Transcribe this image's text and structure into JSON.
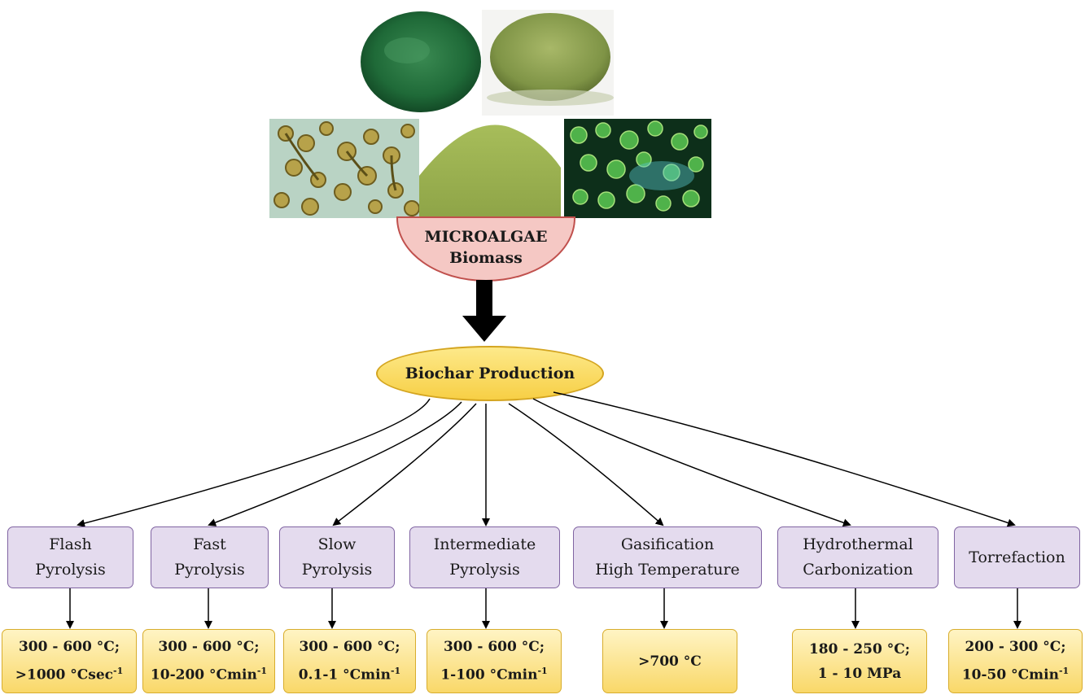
{
  "source": {
    "line1": "MICROALGAE",
    "line2": "Biomass"
  },
  "process": {
    "label": "Biochar Production"
  },
  "methods": [
    {
      "line1": "Flash",
      "line2": "Pyrolysis"
    },
    {
      "line1": "Fast",
      "line2": "Pyrolysis"
    },
    {
      "line1": "Slow",
      "line2": "Pyrolysis"
    },
    {
      "line1": "Intermediate",
      "line2": "Pyrolysis"
    },
    {
      "line1": "Gasification",
      "line2": "High Temperature"
    },
    {
      "line1": "Hydrothermal",
      "line2": "Carbonization"
    },
    {
      "line1": "Torrefaction",
      "line2": ""
    }
  ],
  "conditions": [
    {
      "line1": "300 - 600 °C;",
      "line2": ">1000 °Csec",
      "sup": "-1"
    },
    {
      "line1": "300 - 600 °C;",
      "line2": "10-200 °Cmin",
      "sup": "-1"
    },
    {
      "line1": "300 - 600 °C;",
      "line2": "0.1-1 °Cmin",
      "sup": "-1"
    },
    {
      "line1": "300 - 600 °C;",
      "line2": "1-100 °Cmin",
      "sup": "-1"
    },
    {
      "line1": ">700 °C",
      "line2": "",
      "sup": ""
    },
    {
      "line1": "180 - 250 °C;",
      "line2": "1 - 10 MPa",
      "sup": ""
    },
    {
      "line1": "200 - 300 °C;",
      "line2": "10-50 °Cmin",
      "sup": "-1"
    }
  ],
  "colors": {
    "method_fill": "#e4dbee",
    "method_border": "#8064a2",
    "condition_fill": "#f9d869",
    "ellipse_fill": "#f7cf45",
    "bowl_fill": "#f5c8c4"
  },
  "images": [
    "dark-green-powder-photo",
    "olive-granules-photo",
    "microscope-cells-photo",
    "light-green-powder-photo",
    "fluorescent-cells-photo"
  ]
}
